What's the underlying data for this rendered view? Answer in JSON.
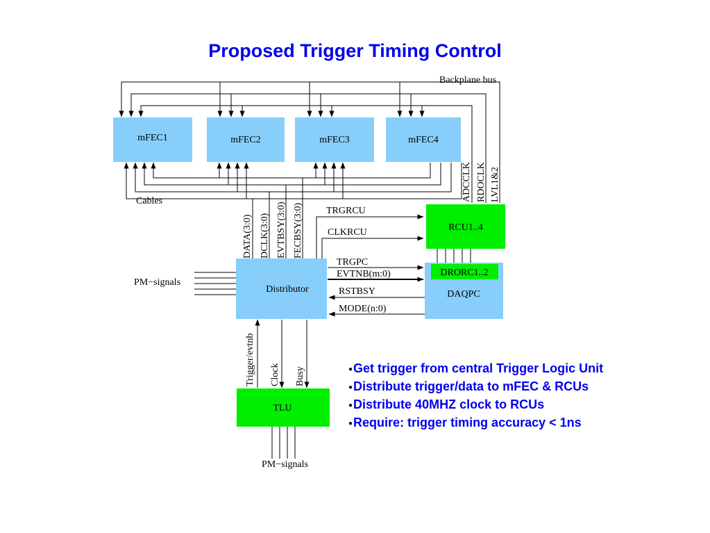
{
  "title": "Proposed Trigger Timing Control",
  "diagram": {
    "backplane_label": "Backplane bus",
    "cables_label": "Cables",
    "mfec_boxes": [
      "mFEC1",
      "mFEC2",
      "mFEC3",
      "mFEC4"
    ],
    "rcu_box": "RCU1..4",
    "dororc_box": "DRORC1..2",
    "daqpc_box": "DAQPC",
    "distributor_box": "Distributor",
    "tlu_box": "TLU",
    "pm_signals_left": "PM−signals",
    "pm_signals_bottom": "PM−signals",
    "bus_labels": [
      "DATA(3:0)",
      "DCLK(3:0)",
      "EVTBSY(3:0)",
      "FECBSY(3:0)"
    ],
    "vertical_right_labels": [
      "ADCCLK",
      "RDOCLK",
      "LVL1&2"
    ],
    "horizontal_labels": {
      "trgrcu": "TRGRCU",
      "clkrcu": "CLKRCU",
      "trgpc": "TRGPC",
      "evtnb": "EVTNB(m:0)",
      "rstbsy": "RSTBSY",
      "mode": "MODE(n:0)"
    },
    "tlu_link_labels": [
      "Trigger/evtnb",
      "Clock",
      "Busy"
    ],
    "colors": {
      "blue_box": "#87cefa",
      "green_box": "#00ee00",
      "title": "#0000ee"
    }
  },
  "bullets": [
    "Get trigger from central Trigger Logic Unit",
    "Distribute trigger/data to mFEC & RCUs",
    "Distribute 40MHZ clock to RCUs",
    "Require: trigger timing accuracy < 1ns"
  ]
}
